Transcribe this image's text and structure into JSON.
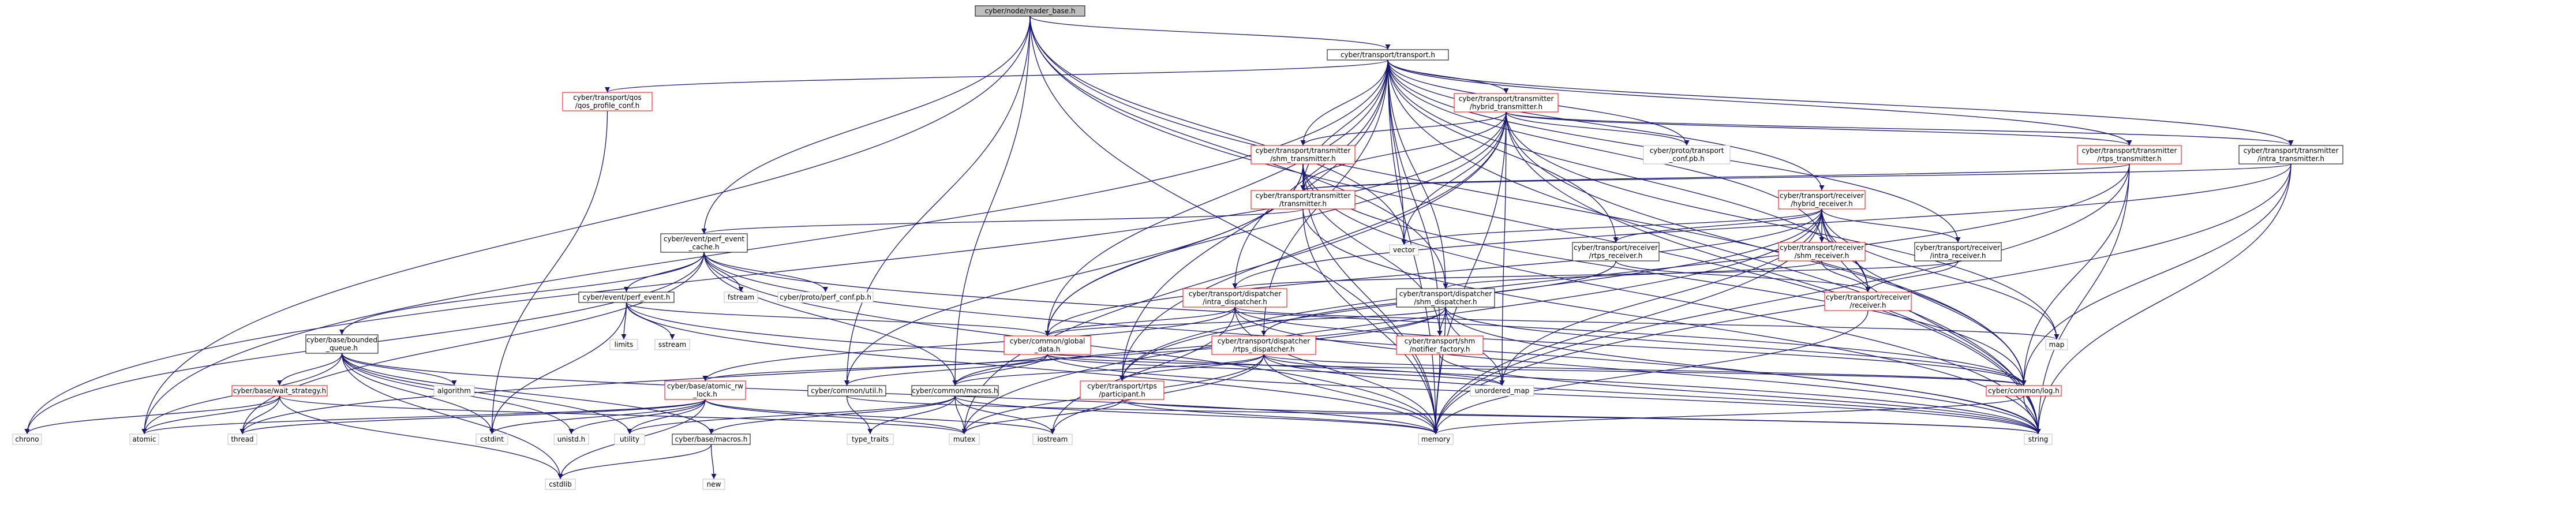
{
  "colors": {
    "root_fill": "#bfbfbf",
    "black": "#000000",
    "red": "#ff0000",
    "grey": "#bfbfbf",
    "edge": "#191970",
    "text": "#000000"
  },
  "nodes": [
    {
      "id": "root",
      "label": "cyber/node/reader_base.h",
      "style": "root"
    },
    {
      "id": "transport",
      "label": "cyber/transport/transport.h",
      "style": "black"
    },
    {
      "id": "qos_profile",
      "label": "cyber/transport/qos\n/qos_profile_conf.h",
      "style": "red"
    },
    {
      "id": "hybrid_tx",
      "label": "cyber/transport/transmitter\n/hybrid_transmitter.h",
      "style": "red"
    },
    {
      "id": "shm_tx",
      "label": "cyber/transport/transmitter\n/shm_transmitter.h",
      "style": "red"
    },
    {
      "id": "transport_conf",
      "label": "cyber/proto/transport\n_conf.pb.h",
      "style": "grey"
    },
    {
      "id": "rtps_tx",
      "label": "cyber/transport/transmitter\n/rtps_transmitter.h",
      "style": "red"
    },
    {
      "id": "intra_tx",
      "label": "cyber/transport/transmitter\n/intra_transmitter.h",
      "style": "black"
    },
    {
      "id": "transmitter",
      "label": "cyber/transport/transmitter\n/transmitter.h",
      "style": "red"
    },
    {
      "id": "hybrid_rx",
      "label": "cyber/transport/receiver\n/hybrid_receiver.h",
      "style": "red"
    },
    {
      "id": "perf_cache",
      "label": "cyber/event/perf_event\n_cache.h",
      "style": "black"
    },
    {
      "id": "vector",
      "label": "vector",
      "style": "grey"
    },
    {
      "id": "rtps_rx",
      "label": "cyber/transport/receiver\n/rtps_receiver.h",
      "style": "black"
    },
    {
      "id": "shm_rx",
      "label": "cyber/transport/receiver\n/shm_receiver.h",
      "style": "red"
    },
    {
      "id": "intra_rx",
      "label": "cyber/transport/receiver\n/intra_receiver.h",
      "style": "black"
    },
    {
      "id": "fstream",
      "label": "fstream",
      "style": "grey"
    },
    {
      "id": "perf_conf",
      "label": "cyber/proto/perf_conf.pb.h",
      "style": "grey"
    },
    {
      "id": "perf_event",
      "label": "cyber/event/perf_event.h",
      "style": "black"
    },
    {
      "id": "limits",
      "label": "limits",
      "style": "grey"
    },
    {
      "id": "sstream",
      "label": "sstream",
      "style": "grey"
    },
    {
      "id": "intra_disp",
      "label": "cyber/transport/dispatcher\n/intra_dispatcher.h",
      "style": "red"
    },
    {
      "id": "shm_disp",
      "label": "cyber/transport/dispatcher\n/shm_dispatcher.h",
      "style": "black"
    },
    {
      "id": "receiver",
      "label": "cyber/transport/receiver\n/receiver.h",
      "style": "red"
    },
    {
      "id": "map",
      "label": "map",
      "style": "grey"
    },
    {
      "id": "bounded_queue",
      "label": "cyber/base/bounded\n_queue.h",
      "style": "black"
    },
    {
      "id": "global_data",
      "label": "cyber/common/global\n_data.h",
      "style": "red"
    },
    {
      "id": "notifier_factory",
      "label": "cyber/transport/shm\n/notifier_factory.h",
      "style": "red"
    },
    {
      "id": "rtps_disp",
      "label": "cyber/transport/dispatcher\n/rtps_dispatcher.h",
      "style": "red"
    },
    {
      "id": "algorithm",
      "label": "algorithm",
      "style": "grey"
    },
    {
      "id": "unordered_map",
      "label": "unordered_map",
      "style": "grey"
    },
    {
      "id": "log",
      "label": "cyber/common/log.h",
      "style": "red"
    },
    {
      "id": "wait_strategy",
      "label": "cyber/base/wait_strategy.h",
      "style": "red"
    },
    {
      "id": "atomic_rw",
      "label": "cyber/base/atomic_rw\n_lock.h",
      "style": "red"
    },
    {
      "id": "util",
      "label": "cyber/common/util.h",
      "style": "black"
    },
    {
      "id": "common_macros",
      "label": "cyber/common/macros.h",
      "style": "black"
    },
    {
      "id": "participant",
      "label": "cyber/transport/rtps\n/participant.h",
      "style": "red"
    },
    {
      "id": "chrono",
      "label": "chrono",
      "style": "grey"
    },
    {
      "id": "atomic",
      "label": "atomic",
      "style": "grey"
    },
    {
      "id": "thread",
      "label": "thread",
      "style": "grey"
    },
    {
      "id": "cstdint",
      "label": "cstdint",
      "style": "grey"
    },
    {
      "id": "unistd",
      "label": "unistd.h",
      "style": "grey"
    },
    {
      "id": "utility",
      "label": "utility",
      "style": "grey"
    },
    {
      "id": "type_traits",
      "label": "type_traits",
      "style": "grey"
    },
    {
      "id": "mutex",
      "label": "mutex",
      "style": "grey"
    },
    {
      "id": "iostream",
      "label": "iostream",
      "style": "grey"
    },
    {
      "id": "memory",
      "label": "memory",
      "style": "grey"
    },
    {
      "id": "string",
      "label": "string",
      "style": "grey"
    },
    {
      "id": "base_macros",
      "label": "cyber/base/macros.h",
      "style": "black"
    },
    {
      "id": "new",
      "label": "new",
      "style": "grey"
    },
    {
      "id": "cstdlib",
      "label": "cstdlib",
      "style": "grey"
    }
  ],
  "edges": [
    [
      "root",
      "transport"
    ],
    [
      "root",
      "perf_cache"
    ],
    [
      "root",
      "vector"
    ],
    [
      "root",
      "atomic"
    ],
    [
      "root",
      "memory"
    ],
    [
      "root",
      "string"
    ],
    [
      "root",
      "common_macros"
    ],
    [
      "root",
      "util"
    ],
    [
      "root",
      "log"
    ],
    [
      "root",
      "shm_disp"
    ],
    [
      "transport",
      "qos_profile"
    ],
    [
      "transport",
      "hybrid_tx"
    ],
    [
      "transport",
      "shm_tx"
    ],
    [
      "transport",
      "transport_conf"
    ],
    [
      "transport",
      "rtps_tx"
    ],
    [
      "transport",
      "intra_tx"
    ],
    [
      "transport",
      "transmitter"
    ],
    [
      "transport",
      "hybrid_rx"
    ],
    [
      "transport",
      "rtps_rx"
    ],
    [
      "transport",
      "shm_rx"
    ],
    [
      "transport",
      "intra_rx"
    ],
    [
      "transport",
      "intra_disp"
    ],
    [
      "transport",
      "shm_disp"
    ],
    [
      "transport",
      "rtps_disp"
    ],
    [
      "transport",
      "participant"
    ],
    [
      "transport",
      "notifier_factory"
    ],
    [
      "transport",
      "global_data"
    ],
    [
      "transport",
      "atomic"
    ],
    [
      "transport",
      "memory"
    ],
    [
      "transport",
      "string"
    ],
    [
      "transport",
      "receiver"
    ],
    [
      "transport",
      "vector"
    ],
    [
      "qos_profile",
      "cstdint"
    ],
    [
      "hybrid_tx",
      "shm_tx"
    ],
    [
      "hybrid_tx",
      "rtps_tx"
    ],
    [
      "hybrid_tx",
      "intra_tx"
    ],
    [
      "hybrid_tx",
      "transmitter"
    ],
    [
      "hybrid_tx",
      "transport_conf"
    ],
    [
      "hybrid_tx",
      "global_data"
    ],
    [
      "hybrid_tx",
      "log"
    ],
    [
      "hybrid_tx",
      "participant"
    ],
    [
      "hybrid_tx",
      "vector"
    ],
    [
      "hybrid_tx",
      "map"
    ],
    [
      "hybrid_tx",
      "unordered_map"
    ],
    [
      "hybrid_tx",
      "memory"
    ],
    [
      "hybrid_tx",
      "string"
    ],
    [
      "hybrid_tx",
      "chrono"
    ],
    [
      "hybrid_tx",
      "mutex"
    ],
    [
      "shm_tx",
      "transmitter"
    ],
    [
      "shm_tx",
      "global_data"
    ],
    [
      "shm_tx",
      "notifier_factory"
    ],
    [
      "shm_tx",
      "log"
    ],
    [
      "shm_tx",
      "util"
    ],
    [
      "shm_tx",
      "memory"
    ],
    [
      "shm_tx",
      "string"
    ],
    [
      "shm_tx",
      "cstring"
    ],
    [
      "rtps_tx",
      "transmitter"
    ],
    [
      "rtps_tx",
      "participant"
    ],
    [
      "rtps_tx",
      "log"
    ],
    [
      "rtps_tx",
      "memory"
    ],
    [
      "rtps_tx",
      "string"
    ],
    [
      "intra_tx",
      "transmitter"
    ],
    [
      "intra_tx",
      "intra_disp"
    ],
    [
      "intra_tx",
      "log"
    ],
    [
      "intra_tx",
      "memory"
    ],
    [
      "intra_tx",
      "string"
    ],
    [
      "transmitter",
      "perf_cache"
    ],
    [
      "transmitter",
      "memory"
    ],
    [
      "transmitter",
      "string"
    ],
    [
      "hybrid_rx",
      "rtps_rx"
    ],
    [
      "hybrid_rx",
      "shm_rx"
    ],
    [
      "hybrid_rx",
      "intra_rx"
    ],
    [
      "hybrid_rx",
      "receiver"
    ],
    [
      "hybrid_rx",
      "global_data"
    ],
    [
      "hybrid_rx",
      "participant"
    ],
    [
      "hybrid_rx",
      "log"
    ],
    [
      "hybrid_rx",
      "map"
    ],
    [
      "hybrid_rx",
      "vector"
    ],
    [
      "hybrid_rx",
      "unordered_map"
    ],
    [
      "hybrid_rx",
      "memory"
    ],
    [
      "hybrid_rx",
      "string"
    ],
    [
      "hybrid_rx",
      "mutex"
    ],
    [
      "perf_cache",
      "perf_event"
    ],
    [
      "perf_cache",
      "fstream"
    ],
    [
      "perf_cache",
      "perf_conf"
    ],
    [
      "perf_cache",
      "bounded_queue"
    ],
    [
      "perf_cache",
      "common_macros"
    ],
    [
      "perf_cache",
      "log"
    ],
    [
      "perf_cache",
      "chrono"
    ],
    [
      "perf_cache",
      "thread"
    ],
    [
      "perf_cache",
      "memory"
    ],
    [
      "perf_cache",
      "string"
    ],
    [
      "rtps_rx",
      "receiver"
    ],
    [
      "rtps_rx",
      "rtps_disp"
    ],
    [
      "shm_rx",
      "receiver"
    ],
    [
      "shm_rx",
      "shm_disp"
    ],
    [
      "intra_rx",
      "receiver"
    ],
    [
      "intra_rx",
      "intra_disp"
    ],
    [
      "perf_event",
      "limits"
    ],
    [
      "perf_event",
      "sstream"
    ],
    [
      "perf_event",
      "global_data"
    ],
    [
      "perf_event",
      "cstdint"
    ],
    [
      "perf_event",
      "memory"
    ],
    [
      "perf_event",
      "string"
    ],
    [
      "intra_disp",
      "global_data"
    ],
    [
      "intra_disp",
      "log"
    ],
    [
      "intra_disp",
      "map"
    ],
    [
      "intra_disp",
      "atomic_rw"
    ],
    [
      "intra_disp",
      "memory"
    ],
    [
      "intra_disp",
      "string"
    ],
    [
      "intra_disp",
      "iostream"
    ],
    [
      "shm_disp",
      "notifier_factory"
    ],
    [
      "shm_disp",
      "global_data"
    ],
    [
      "shm_disp",
      "log"
    ],
    [
      "shm_disp",
      "unordered_map"
    ],
    [
      "shm_disp",
      "common_macros"
    ],
    [
      "shm_disp",
      "memory"
    ],
    [
      "shm_disp",
      "string"
    ],
    [
      "shm_disp",
      "thread"
    ],
    [
      "receiver",
      "memory"
    ],
    [
      "bounded_queue",
      "wait_strategy"
    ],
    [
      "bounded_queue",
      "algorithm"
    ],
    [
      "bounded_queue",
      "atomic"
    ],
    [
      "bounded_queue",
      "cstdint"
    ],
    [
      "bounded_queue",
      "cstdlib"
    ],
    [
      "bounded_queue",
      "unistd"
    ],
    [
      "bounded_queue",
      "utility"
    ],
    [
      "bounded_queue",
      "base_macros"
    ],
    [
      "bounded_queue",
      "memory"
    ],
    [
      "global_data",
      "unordered_map"
    ],
    [
      "global_data",
      "util"
    ],
    [
      "global_data",
      "common_macros"
    ],
    [
      "global_data",
      "atomic_rw"
    ],
    [
      "global_data",
      "log"
    ],
    [
      "global_data",
      "string"
    ],
    [
      "notifier_factory",
      "memory"
    ],
    [
      "notifier_factory",
      "string"
    ],
    [
      "rtps_disp",
      "participant"
    ],
    [
      "rtps_disp",
      "common_macros"
    ],
    [
      "rtps_disp",
      "log"
    ],
    [
      "rtps_disp",
      "unordered_map"
    ],
    [
      "rtps_disp",
      "memory"
    ],
    [
      "rtps_disp",
      "string"
    ],
    [
      "rtps_disp",
      "mutex"
    ],
    [
      "rtps_disp",
      "iostream"
    ],
    [
      "log",
      "memory"
    ],
    [
      "log",
      "string"
    ],
    [
      "wait_strategy",
      "chrono"
    ],
    [
      "wait_strategy",
      "thread"
    ],
    [
      "wait_strategy",
      "mutex"
    ],
    [
      "wait_strategy",
      "atomic"
    ],
    [
      "wait_strategy",
      "cstdlib"
    ],
    [
      "atomic_rw",
      "unistd"
    ],
    [
      "atomic_rw",
      "atomic"
    ],
    [
      "atomic_rw",
      "cstdint"
    ],
    [
      "atomic_rw",
      "cstdlib"
    ],
    [
      "atomic_rw",
      "thread"
    ],
    [
      "atomic_rw",
      "mutex"
    ],
    [
      "atomic_rw",
      "iostream"
    ],
    [
      "atomic_rw",
      "utility"
    ],
    [
      "util",
      "type_traits"
    ],
    [
      "util",
      "string"
    ],
    [
      "common_macros",
      "base_macros"
    ],
    [
      "common_macros",
      "iostream"
    ],
    [
      "common_macros",
      "memory"
    ],
    [
      "common_macros",
      "mutex"
    ],
    [
      "common_macros",
      "type_traits"
    ],
    [
      "common_macros",
      "utility"
    ],
    [
      "participant",
      "mutex"
    ],
    [
      "participant",
      "memory"
    ],
    [
      "participant",
      "string"
    ],
    [
      "base_macros",
      "new"
    ],
    [
      "base_macros",
      "cstdlib"
    ]
  ]
}
